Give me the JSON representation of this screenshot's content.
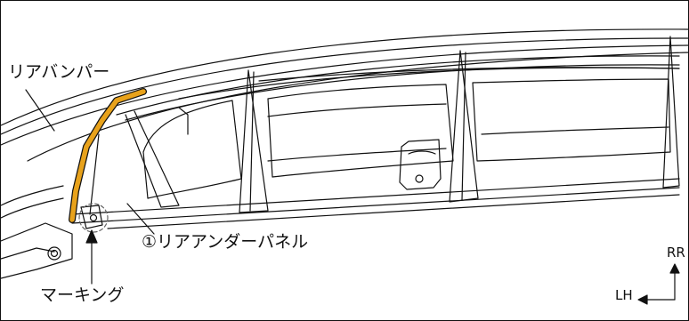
{
  "labels": {
    "rear_bumper": "リアバンパー",
    "marking": "マーキング",
    "rear_under_panel": "①リアアンダーパネル",
    "direction_rr": "RR",
    "direction_lh": "LH"
  },
  "colors": {
    "highlight": "#E8A21B",
    "line": "#111111",
    "background": "#FFFFFF"
  }
}
